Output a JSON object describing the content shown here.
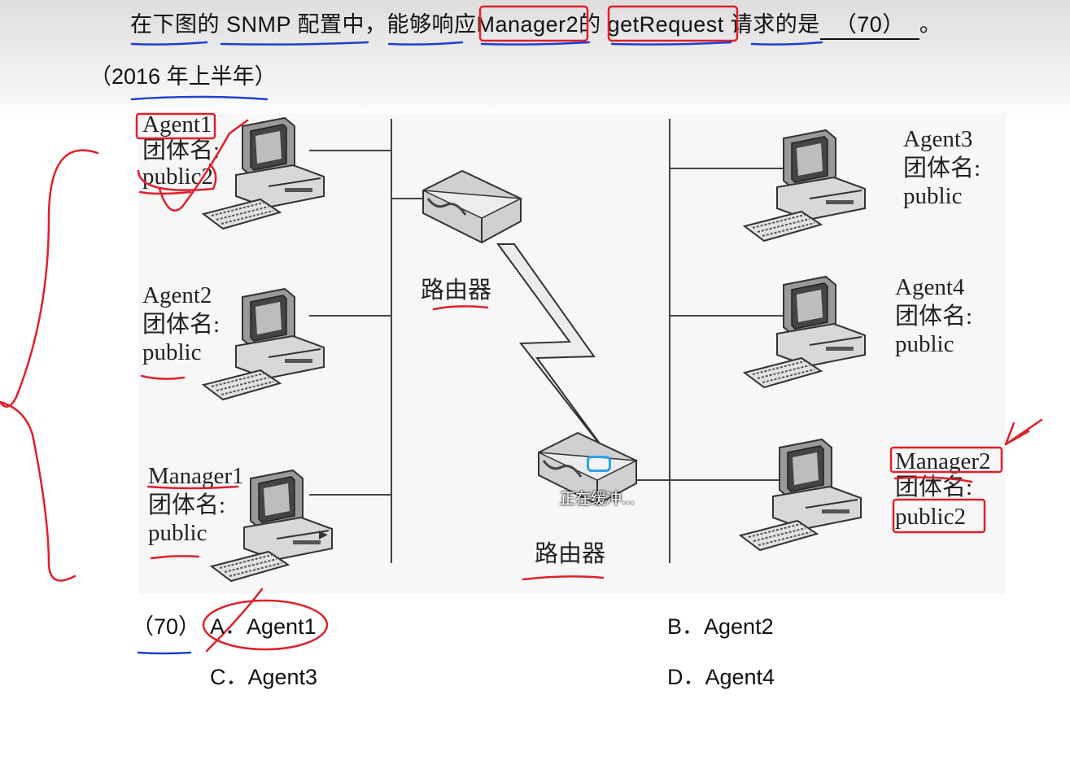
{
  "question": {
    "prefix": "在下图的 SNMP 配置中，能够响应",
    "manager": "Manager2",
    "mid1": "的",
    "request": "getRequest",
    "mid2": "请求的是",
    "blank": "（70）",
    "end": "。"
  },
  "year": "（2016 年上半年）",
  "nodes": {
    "agent1": {
      "name": "Agent1",
      "community_label": "团体名:",
      "community": "public2"
    },
    "agent2": {
      "name": "Agent2",
      "community_label": "团体名:",
      "community": "public"
    },
    "manager1": {
      "name": "Manager1",
      "community_label": "团体名:",
      "community": "public"
    },
    "agent3": {
      "name": "Agent3",
      "community_label": "团体名:",
      "community": "public"
    },
    "agent4": {
      "name": "Agent4",
      "community_label": "团体名:",
      "community": "public"
    },
    "manager2": {
      "name": "Manager2",
      "community_label": "团体名:",
      "community": "public2"
    }
  },
  "router_label": "路由器",
  "options": {
    "number": "（70）",
    "a": "A．Agent1",
    "b": "B．Agent2",
    "c": "C．Agent3",
    "d": "D．Agent4"
  },
  "video_status": "正在缓冲...",
  "colors": {
    "annotation_red": "#e0202a",
    "annotation_blue": "#1f3fd0",
    "buffer_icon": "#2aa3e6"
  }
}
